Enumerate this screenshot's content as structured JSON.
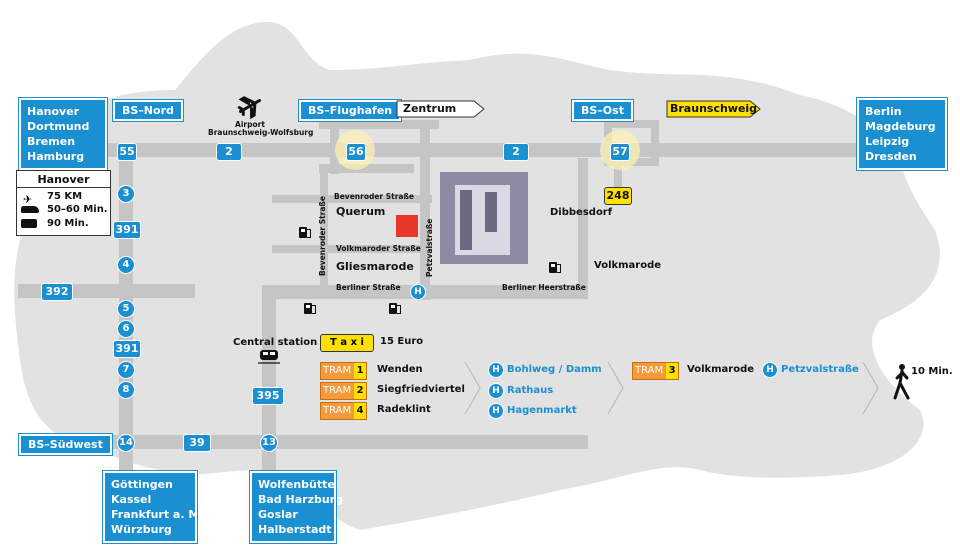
{
  "left_destinations": [
    "Hanover",
    "Dortmund",
    "Bremen",
    "Hamburg"
  ],
  "right_destinations": [
    "Berlin",
    "Magdeburg",
    "Leipzig",
    "Dresden"
  ],
  "bottom_left_destinations": [
    "Göttingen",
    "Kassel",
    "Frankfurt a. M.",
    "Würzburg"
  ],
  "bottom_mid_destinations": [
    "Wolfenbüttel",
    "Bad Harzburg",
    "Goslar",
    "Halberstadt"
  ],
  "exits": {
    "bs_nord": "BS–Nord",
    "bs_flughafen": "BS–Flughafen",
    "bs_ost": "BS–Ost",
    "bs_suedwest": "BS–Südwest"
  },
  "signs": {
    "zentrum": "Zentrum",
    "braunschweig": "Braunschweig"
  },
  "airport": {
    "line1": "Airport",
    "line2": "Braunschweig-Wolfsburg"
  },
  "roads": {
    "a2_left": "2",
    "a2_right": "2",
    "r55": "55",
    "r56": "56",
    "r57": "57",
    "r248": "248",
    "r3": "3",
    "r391a": "391",
    "r4": "4",
    "r392": "392",
    "r5": "5",
    "r6": "6",
    "r391b": "391",
    "r7": "7",
    "r8": "8",
    "r14": "14",
    "r39": "39",
    "r13": "13",
    "r395": "395"
  },
  "streets": {
    "bevenroder_h": "Bevenroder Straße",
    "bevenroder_v": "Bevenroder Straße",
    "volkmaroder": "Volkmaroder Straße",
    "petzval": "Petzvalstraße",
    "berliner": "Berliner Straße",
    "berliner_heer": "Berliner Heerstraße"
  },
  "places": {
    "querum": "Querum",
    "gliesmarode": "Gliesmarode",
    "dibbesdorf": "Dibbesdorf",
    "volkmarode": "Volkmarode"
  },
  "hanover_legend": {
    "title": "Hanover",
    "plane": "75 KM",
    "car": "50–60 Min.",
    "train": "90 Min."
  },
  "central_station": "Central station",
  "taxi": {
    "label": "T a x i",
    "price": "15 Euro"
  },
  "tram_word": "TRAM",
  "trams": [
    {
      "num": "1",
      "dest": "Wenden"
    },
    {
      "num": "2",
      "dest": "Siegfriedviertel"
    },
    {
      "num": "4",
      "dest": "Radeklint"
    }
  ],
  "h_letter": "H",
  "stops": [
    "Bohlweg / Damm",
    "Rathaus",
    "Hagenmarkt"
  ],
  "tram3": {
    "num": "3",
    "dest": "Volkmarode"
  },
  "final_stop": "Petzvalstraße",
  "walk": "10 Min.",
  "colors": {
    "road": "#c5c5c5",
    "blue": "#1a8fd1",
    "tram": "#f39a3a",
    "yellow": "#ffe000",
    "land": "#e2e2e2",
    "red": "#e8362a"
  }
}
